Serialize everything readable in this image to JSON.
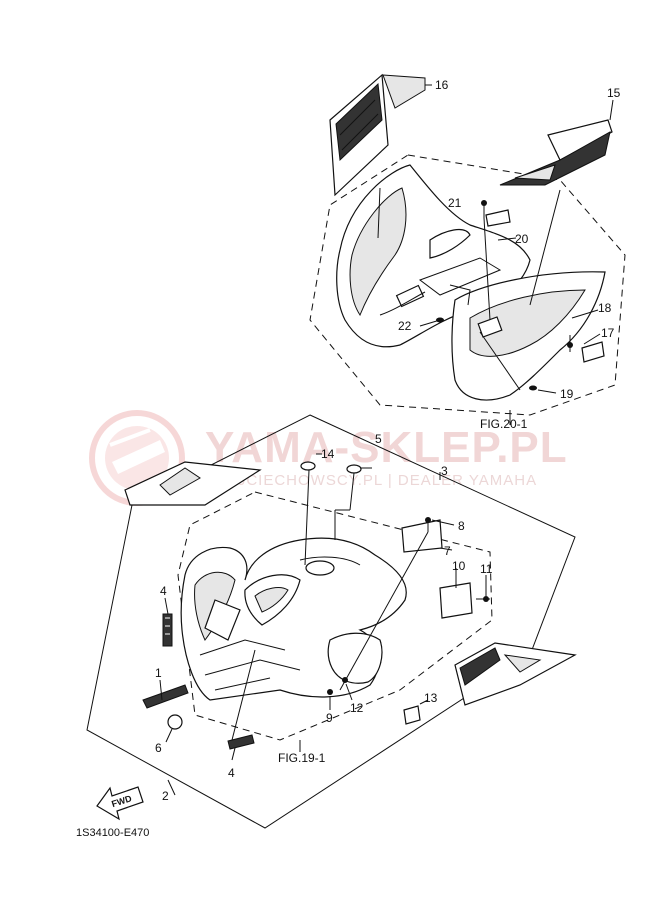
{
  "watermark": {
    "brand": "YAMA-SKLEP.PL",
    "subline": "WOJCIECHOWSCY.PL | DEALER YAMAHA",
    "color": "#f3c9c9"
  },
  "callouts": [
    "1",
    "2",
    "3",
    "4",
    "4",
    "5",
    "6",
    "7",
    "8",
    "9",
    "10",
    "11",
    "12",
    "13",
    "14",
    "15",
    "16",
    "17",
    "18",
    "19",
    "20",
    "21",
    "22"
  ],
  "figure_refs": {
    "fig19": "FIG.19-1",
    "fig20": "FIG.20-1"
  },
  "fwd_label": "FWD",
  "diagram_code": "1S34100-E470"
}
